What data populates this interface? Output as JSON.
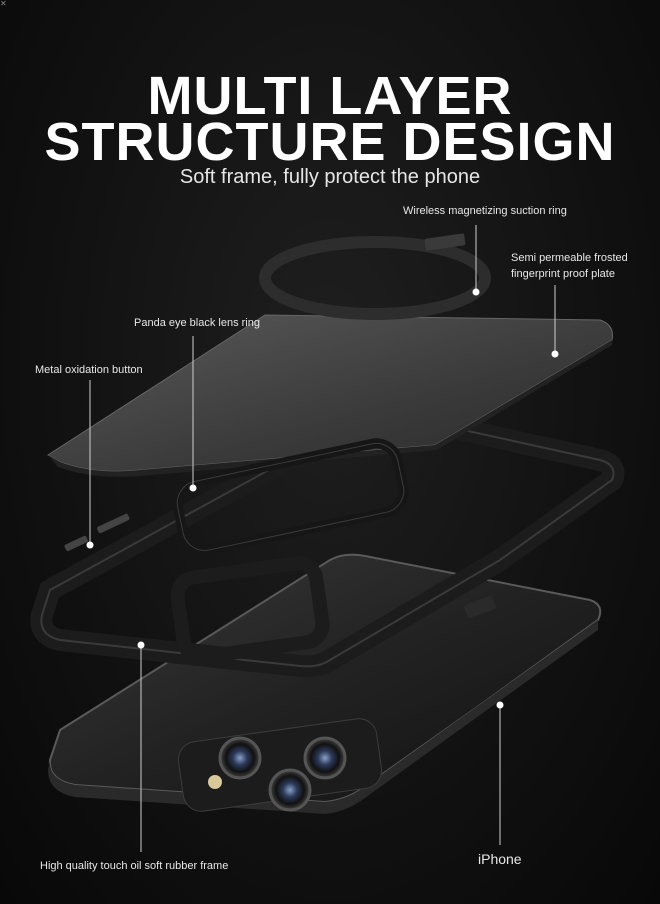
{
  "header": {
    "title_line1": "MULTI LAYER",
    "title_line2": "STRUCTURE DESIGN",
    "subtitle": "Soft frame, fully protect the phone"
  },
  "callouts": {
    "wireless_ring": "Wireless magnetizing suction ring",
    "frosted_plate_line1": "Semi permeable frosted",
    "frosted_plate_line2": "fingerprint proof plate",
    "lens_ring": "Panda eye black lens ring",
    "metal_button": "Metal oxidation button",
    "rubber_frame": "High quality touch oil soft rubber frame",
    "iphone": "iPhone"
  },
  "icons": {
    "corner": "close-icon"
  },
  "colors": {
    "background": "#121212",
    "text": "#ffffff",
    "component_dark": "#1a1a1a",
    "plate_gray": "#4a4a4a"
  }
}
